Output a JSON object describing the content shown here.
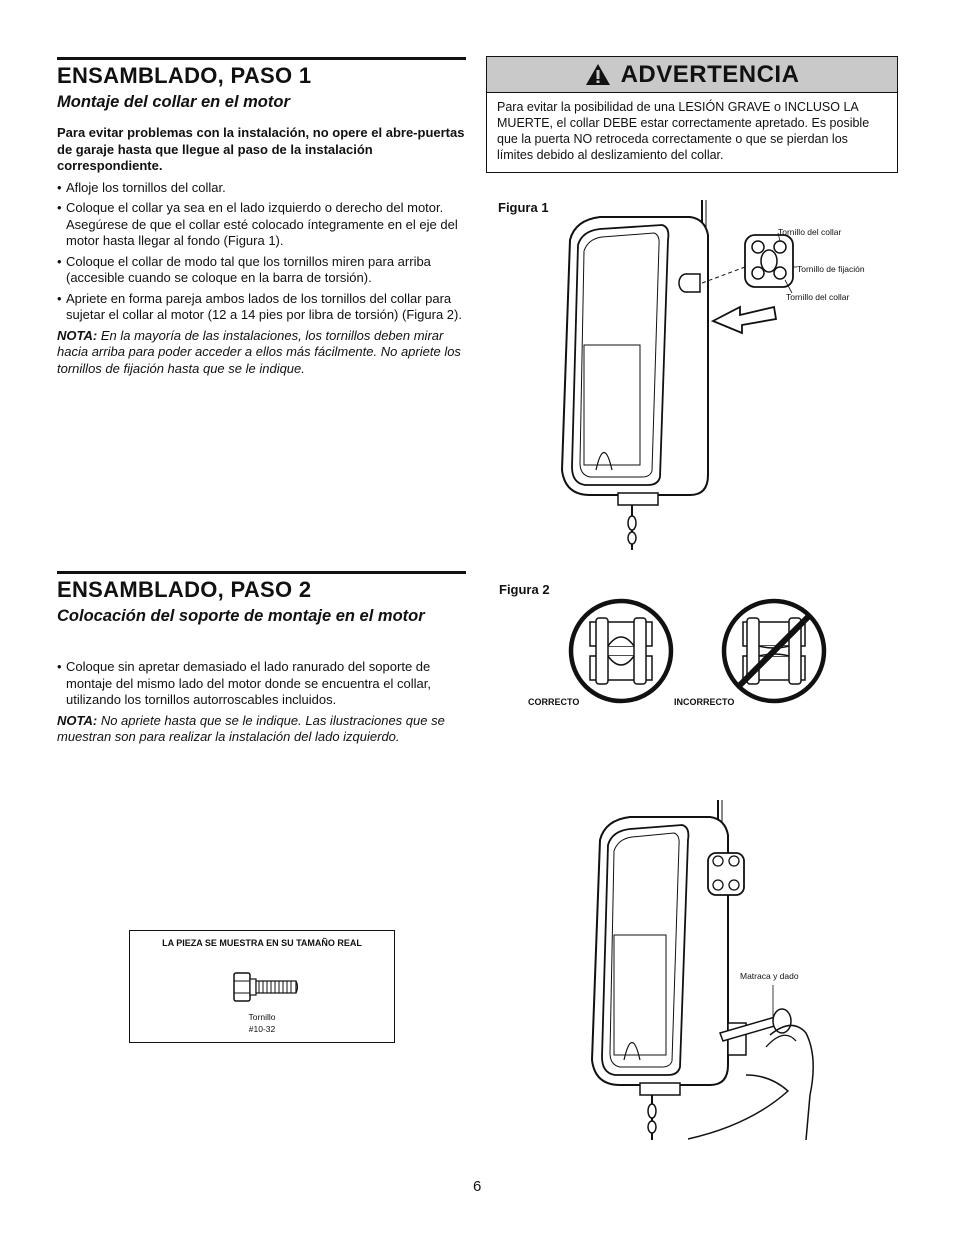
{
  "step1": {
    "title": "ENSAMBLADO, PASO 1",
    "subtitle": "Montaje del collar en el motor",
    "intro_bold": "Para evitar problemas con la instalación, no opere el abre-puertas de garaje hasta que llegue al paso de la instalación correspondiente.",
    "bullets": [
      "Afloje los tornillos del collar.",
      "Coloque el collar ya sea en el lado izquierdo o derecho del motor. Asegúrese de que el collar esté colocado íntegramente en el eje del motor hasta llegar al fondo (Figura 1).",
      "Coloque el collar de modo tal que los tornillos miren para arriba (accesible cuando se coloque en la barra de torsión).",
      "Apriete en forma pareja ambos lados de los tornillos del collar para sujetar el collar al motor (12 a 14 pies por libra de torsión) (Figura 2)."
    ],
    "note_label": "NOTA:",
    "note_text": "En la mayoría de las instalaciones, los tornillos deben mirar hacia arriba para poder acceder a ellos más fácilmente. No apriete los tornillos de fijación hasta que se le indique."
  },
  "warning": {
    "title": "ADVERTENCIA",
    "text": "Para evitar la posibilidad de una LESIÓN GRAVE o INCLUSO LA MUERTE, el collar DEBE estar correctamente apretado. Es posible que la puerta NO retroceda correctamente o que se pierdan los límites debido al deslizamiento del collar."
  },
  "figure1": {
    "label": "Figura 1",
    "callouts": [
      "Tornillo del collar",
      "Tornillo de fijación",
      "Tornillo del collar"
    ]
  },
  "step2": {
    "title": "ENSAMBLADO, PASO 2",
    "subtitle": "Colocación del soporte de montaje en el motor",
    "bullets": [
      "Coloque sin apretar demasiado el lado ranurado del soporte de montaje del mismo lado del motor donde se encuentra el collar, utilizando los tornillos autorroscables incluidos."
    ],
    "note_label": "NOTA:",
    "note_text": "No apriete hasta que se le indique. Las ilustraciones que se muestran son para realizar la instalación del lado izquierdo."
  },
  "figure2": {
    "label": "Figura 2",
    "correct": "CORRECTO",
    "incorrect": "INCORRECTO"
  },
  "part": {
    "heading": "LA PIEZA SE MUESTRA EN SU TAMAÑO REAL",
    "name": "Tornillo",
    "size": "#10-32"
  },
  "figure3": {
    "callout": "Matraca y dado"
  },
  "page_number": "6",
  "icons": [
    "warning-triangle-icon"
  ]
}
